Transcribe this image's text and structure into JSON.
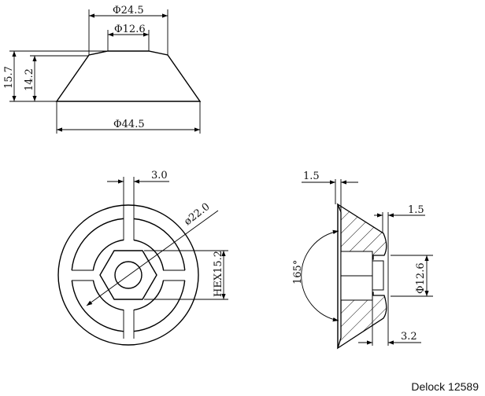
{
  "drawing": {
    "top_view": {
      "dim_top_outer": "Φ24.5",
      "dim_top_inner": "Φ12.6",
      "dim_height_total": "15.7",
      "dim_height_body": "14.2",
      "dim_base": "Φ44.5"
    },
    "front_view": {
      "dim_rib_width": "3.0",
      "dim_diameter": "ø22.0",
      "dim_hex": "HEX15.2"
    },
    "section_view": {
      "dim_wall_left": "1.5",
      "dim_wall_right": "1.5",
      "dim_angle": "165°",
      "dim_bore": "Φ12.6",
      "dim_depth": "3.2"
    }
  },
  "caption": "Delock 12589"
}
